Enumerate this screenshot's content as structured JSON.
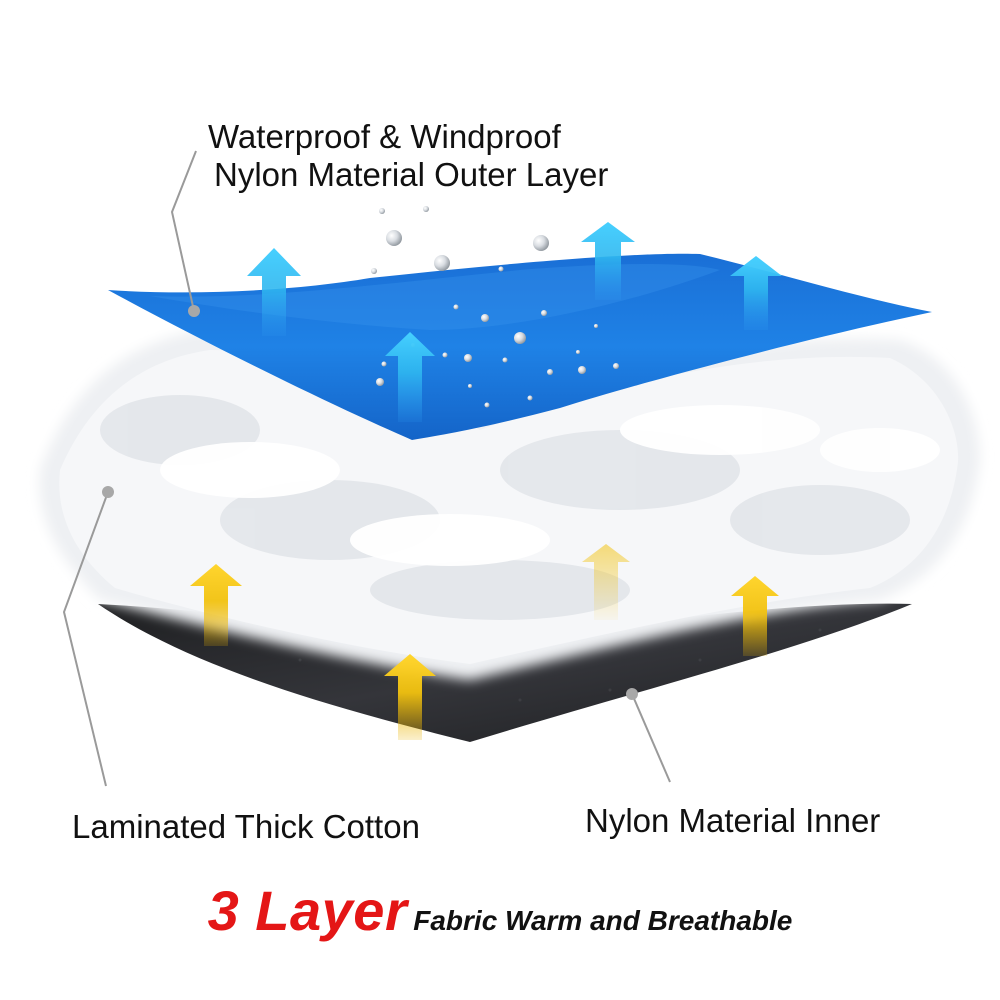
{
  "labels": {
    "outer_line1": "Waterproof & Windproof",
    "outer_line2": "Nylon Material Outer Layer",
    "middle": "Laminated Thick Cotton",
    "inner": "Nylon Material Inner"
  },
  "caption": {
    "highlight": "3 Layer",
    "rest": "Fabric Warm and Breathable"
  },
  "colors": {
    "outer_layer": "#1f7fe0",
    "cotton_layer": "#f1f3f6",
    "inner_layer": "#2a2b2d",
    "cool_arrow": "#2fb8f0",
    "warm_arrow": "#f2c20f",
    "caption_highlight": "#e41616",
    "leader_line": "#9a9a9a"
  },
  "icons": [
    "up-arrow-icon",
    "water-drop-icon"
  ]
}
